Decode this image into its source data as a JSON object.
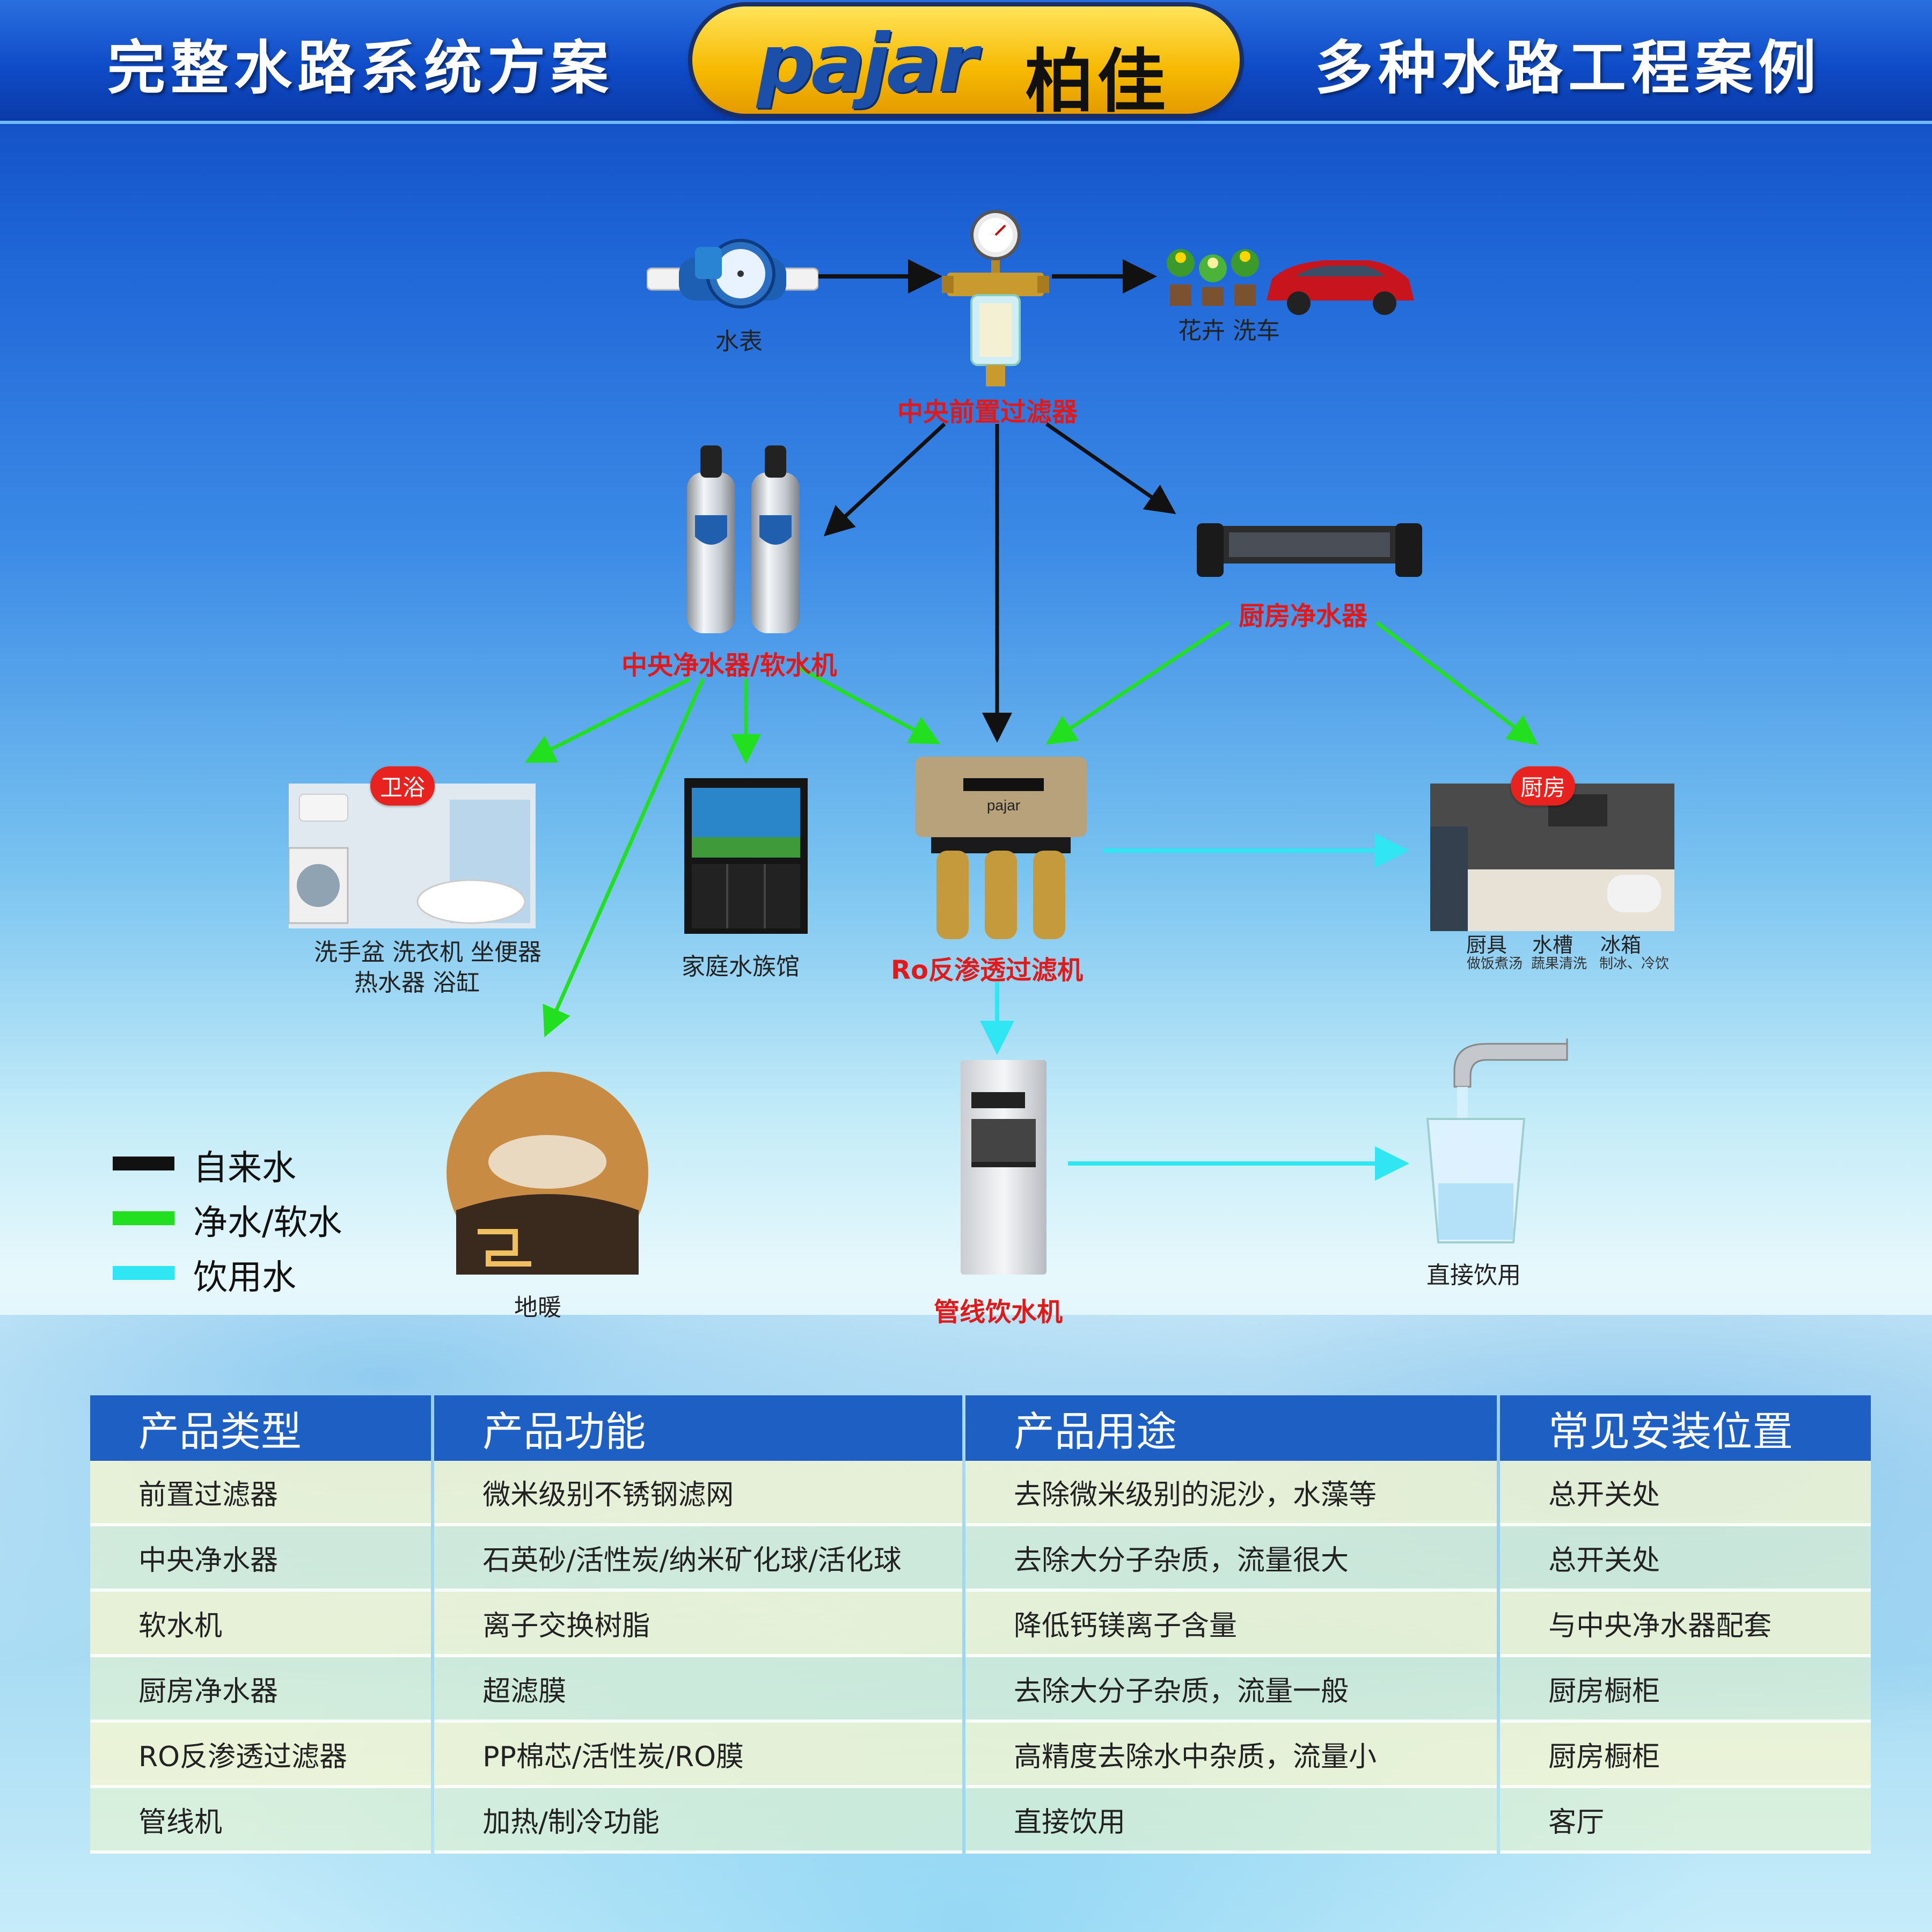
{
  "header": {
    "left_title": "完整水路系统方案",
    "right_title": "多种水路工程案例",
    "logo_latin": "pajar",
    "logo_cn": "柏佳"
  },
  "colors": {
    "tap_water": "#111111",
    "purified_soft": "#22e01f",
    "drinking": "#2fe6f2",
    "label_red": "#e01a1a"
  },
  "nodes": {
    "water_meter": "水表",
    "garden_car": "花卉  洗车",
    "pre_filter": "中央前置过滤器",
    "central_purifier": "中央净水器/软水机",
    "kitchen_purifier": "厨房净水器",
    "ro_filter": "Ro反渗透过滤机",
    "bathroom_badge": "卫浴",
    "bathroom_line1": "洗手盆 洗衣机 坐便器",
    "bathroom_line2": "热水器   浴缸",
    "aquarium": "家庭水族馆",
    "kitchen_badge": "厨房",
    "kitchen_items": [
      {
        "name": "厨具",
        "sub": "做饭煮汤"
      },
      {
        "name": "水槽",
        "sub": "蔬果清洗"
      },
      {
        "name": "冰箱",
        "sub": "制冰、冷饮"
      }
    ],
    "floor_heating": "地暖",
    "pipeline_dispenser": "管线饮水机",
    "direct_drink": "直接饮用"
  },
  "legend": [
    {
      "label": "自来水",
      "color": "#111111"
    },
    {
      "label": "净水/软水",
      "color": "#22e01f"
    },
    {
      "label": "饮用水",
      "color": "#2fe6f2"
    }
  ],
  "table": {
    "headers": [
      "产品类型",
      "产品功能",
      "产品用途",
      "常见安装位置"
    ],
    "rows": [
      [
        "前置过滤器",
        "微米级别不锈钢滤网",
        "去除微米级别的泥沙，水藻等",
        "总开关处"
      ],
      [
        "中央净水器",
        "石英砂/活性炭/纳米矿化球/活化球",
        "去除大分子杂质，流量很大",
        "总开关处"
      ],
      [
        "软水机",
        "离子交换树脂",
        "降低钙镁离子含量",
        "与中央净水器配套"
      ],
      [
        "厨房净水器",
        "超滤膜",
        "去除大分子杂质，流量一般",
        "厨房橱柜"
      ],
      [
        "RO反渗透过滤器",
        "PP棉芯/活性炭/RO膜",
        "高精度去除水中杂质，流量小",
        "厨房橱柜"
      ],
      [
        "管线机",
        "加热/制冷功能",
        "直接饮用",
        "客厅"
      ]
    ]
  }
}
